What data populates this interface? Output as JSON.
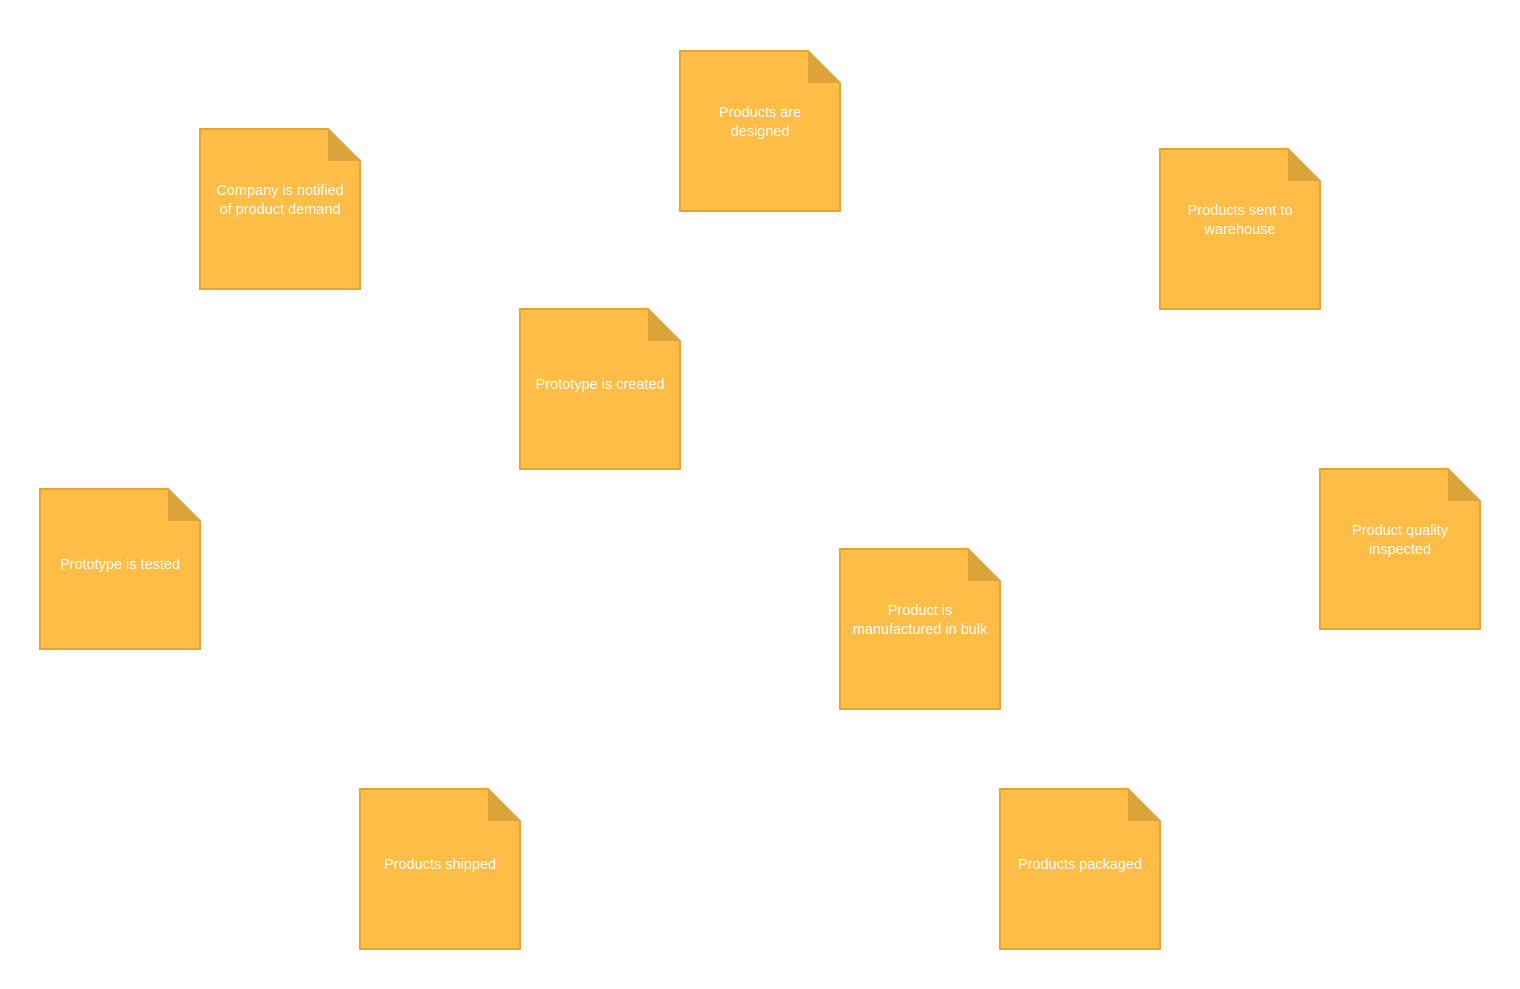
{
  "colors": {
    "note_fill": "#FDBD47",
    "note_border": "#E3A52E",
    "note_fold": "#DCA43A",
    "note_text": "#FFFFFF",
    "background": "#FFFFFF"
  },
  "notes": [
    {
      "id": "n1",
      "label": "Company is notified\nof product demand"
    },
    {
      "id": "n2",
      "label": "Products are\ndesigned"
    },
    {
      "id": "n3",
      "label": "Products sent to\nwarehouse"
    },
    {
      "id": "n4",
      "label": "Prototype is created"
    },
    {
      "id": "n5",
      "label": "Prototype is tested"
    },
    {
      "id": "n6",
      "label": "Product quality\ninspected"
    },
    {
      "id": "n7",
      "label": "Product is\nmanufactured in bulk"
    },
    {
      "id": "n8",
      "label": "Products shipped"
    },
    {
      "id": "n9",
      "label": "Products packaged"
    }
  ]
}
